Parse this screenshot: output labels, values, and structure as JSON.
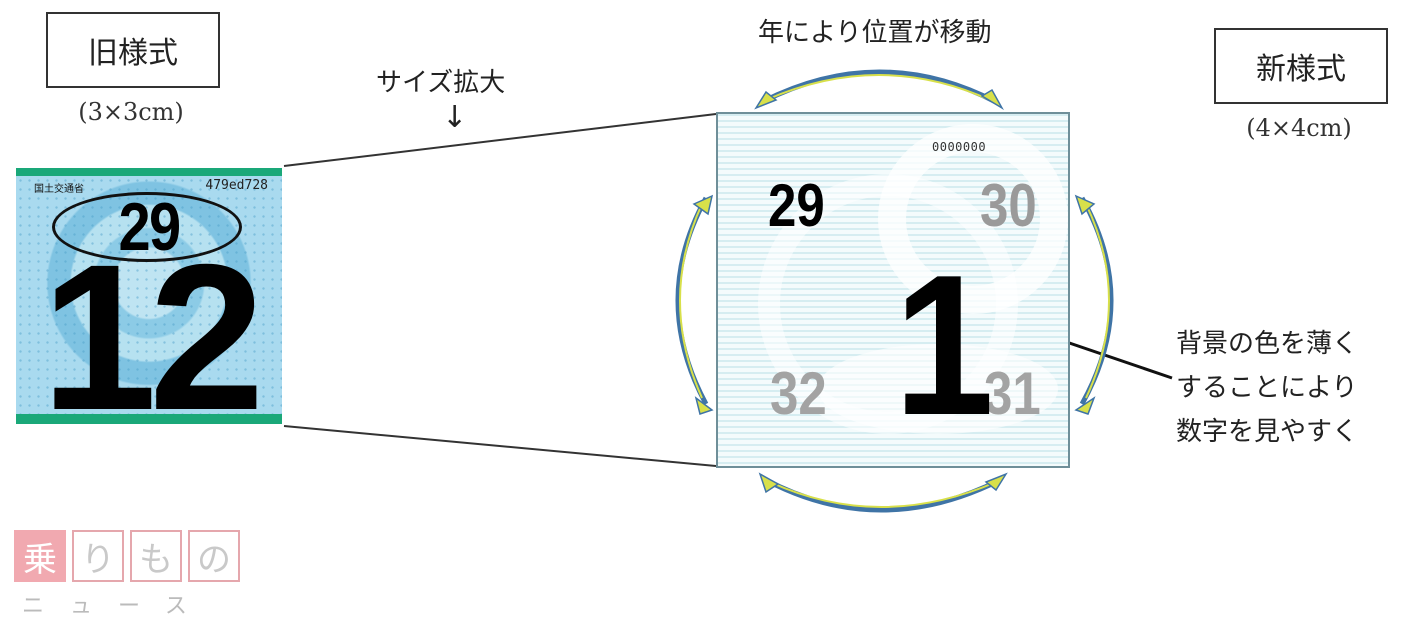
{
  "old_label": "旧様式",
  "old_size": "(3×3cm)",
  "enlarge_label": "サイズ拡大",
  "down_arrow": "↓",
  "rotate_label": "年により位置が移動",
  "new_label": "新様式",
  "new_size": "(4×4cm)",
  "old_sticker": {
    "agency": "国土交通省",
    "serial": "479ed728",
    "year": "29",
    "month": "12"
  },
  "new_sticker": {
    "serial": "0000000",
    "year_active": "29",
    "year_next": "30",
    "year_after": "31",
    "year_last": "32",
    "month": "1"
  },
  "explanation": {
    "line1": "背景の色を薄く",
    "line2": "することにより",
    "line3": "数字を見やすく"
  },
  "logo": {
    "char1": "乗",
    "char2": "り",
    "char3": "も",
    "char4": "の",
    "sub": "ニュース"
  },
  "colors": {
    "sticker_green": "#1aa879",
    "sticker_blue": "#8ccbe6",
    "arrow_yellow": "#d8e04a",
    "arrow_blue": "#3f74a6",
    "logo_pink": "#f1a9b0"
  }
}
